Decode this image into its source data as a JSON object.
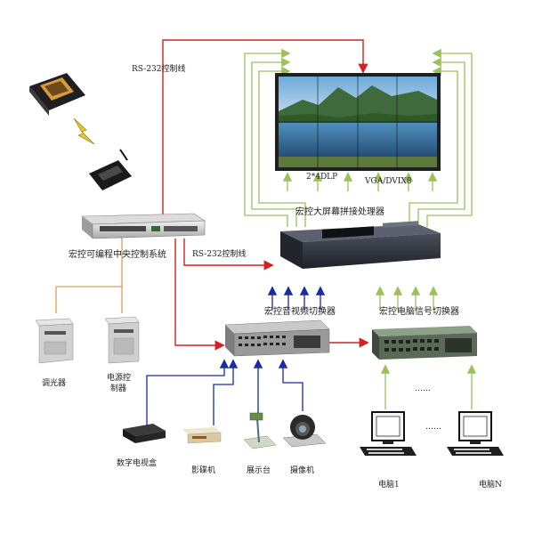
{
  "labels": {
    "rs232_top": "RS-232控制线",
    "rs232_mid": "RS-232控制线",
    "dlp": "2*4DLP",
    "vga_dvi": "VGA/DVIX8",
    "splicer": "宏控大屏幕拼接处理器",
    "central": "宏控可编程中央控制系统",
    "av_switch": "宏控音视频切换器",
    "pc_switch": "宏控电脑信号切换器",
    "dimmer": "调光器",
    "power_ctrl_1": "电源控",
    "power_ctrl_2": "制器",
    "tv_box": "数字电视盒",
    "dvd": "影碟机",
    "visualizer": "展示台",
    "camera": "摄像机",
    "pc1": "电脑1",
    "pcn": "电脑N",
    "dots_right": "……",
    "dots_bottom": "……"
  },
  "colors": {
    "red_line": "#d42020",
    "green_line": "#9cc15a",
    "blue_line": "#1a2aa8",
    "orange_line": "#d08a3a",
    "rack_dark": "#2b2f38",
    "rack_light": "#d8d8d8"
  },
  "icons": [
    "touch-panel-icon",
    "lightning-icon",
    "wireless-transmitter-icon"
  ]
}
